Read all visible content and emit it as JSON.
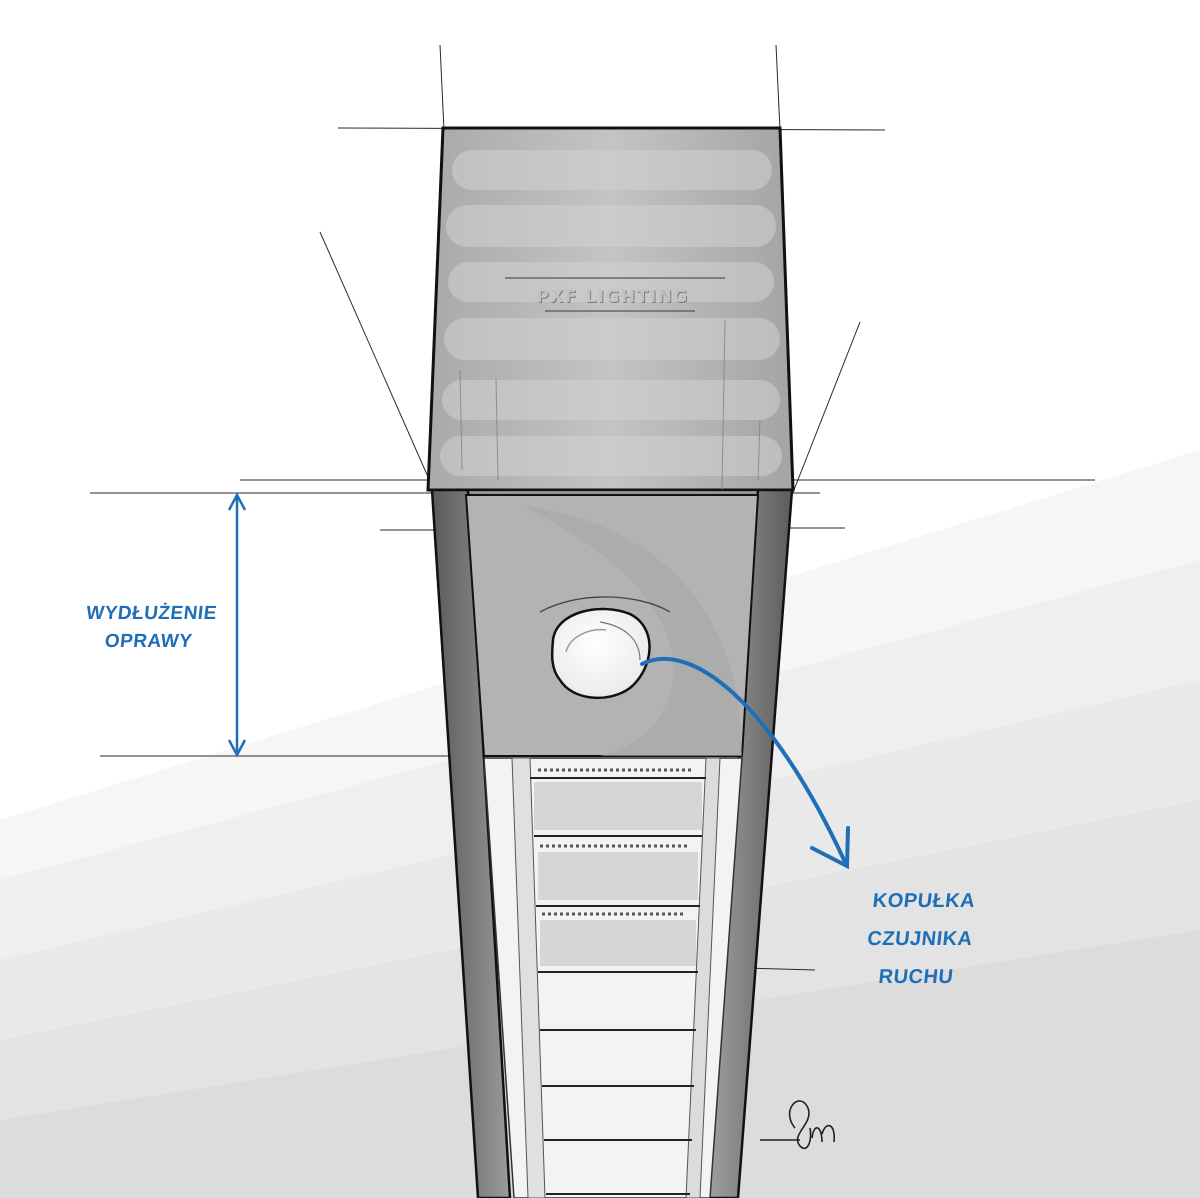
{
  "brand": {
    "logo_text": "PXF LIGHTING"
  },
  "annotations": {
    "extension": {
      "line1": "WYDŁUŻENIE",
      "line2": "OPRAWY"
    },
    "sensor": {
      "line1": "KOPUŁKA",
      "line2": "CZUJNIKA",
      "line3": "RUCHU"
    }
  },
  "colors": {
    "annotation_blue": "#1f6fb8",
    "outline": "#1a1a1a",
    "housing_gray": "#bcbcbc",
    "panel_gray": "#b6b6b6",
    "diffuser_white": "#f4f4f4"
  },
  "icons": {
    "sensor_dome": "sensor-dome-icon",
    "dimension_arrow": "double-arrow-icon",
    "pointer_arrow": "curved-arrow-icon",
    "signature": "signature-icon"
  }
}
